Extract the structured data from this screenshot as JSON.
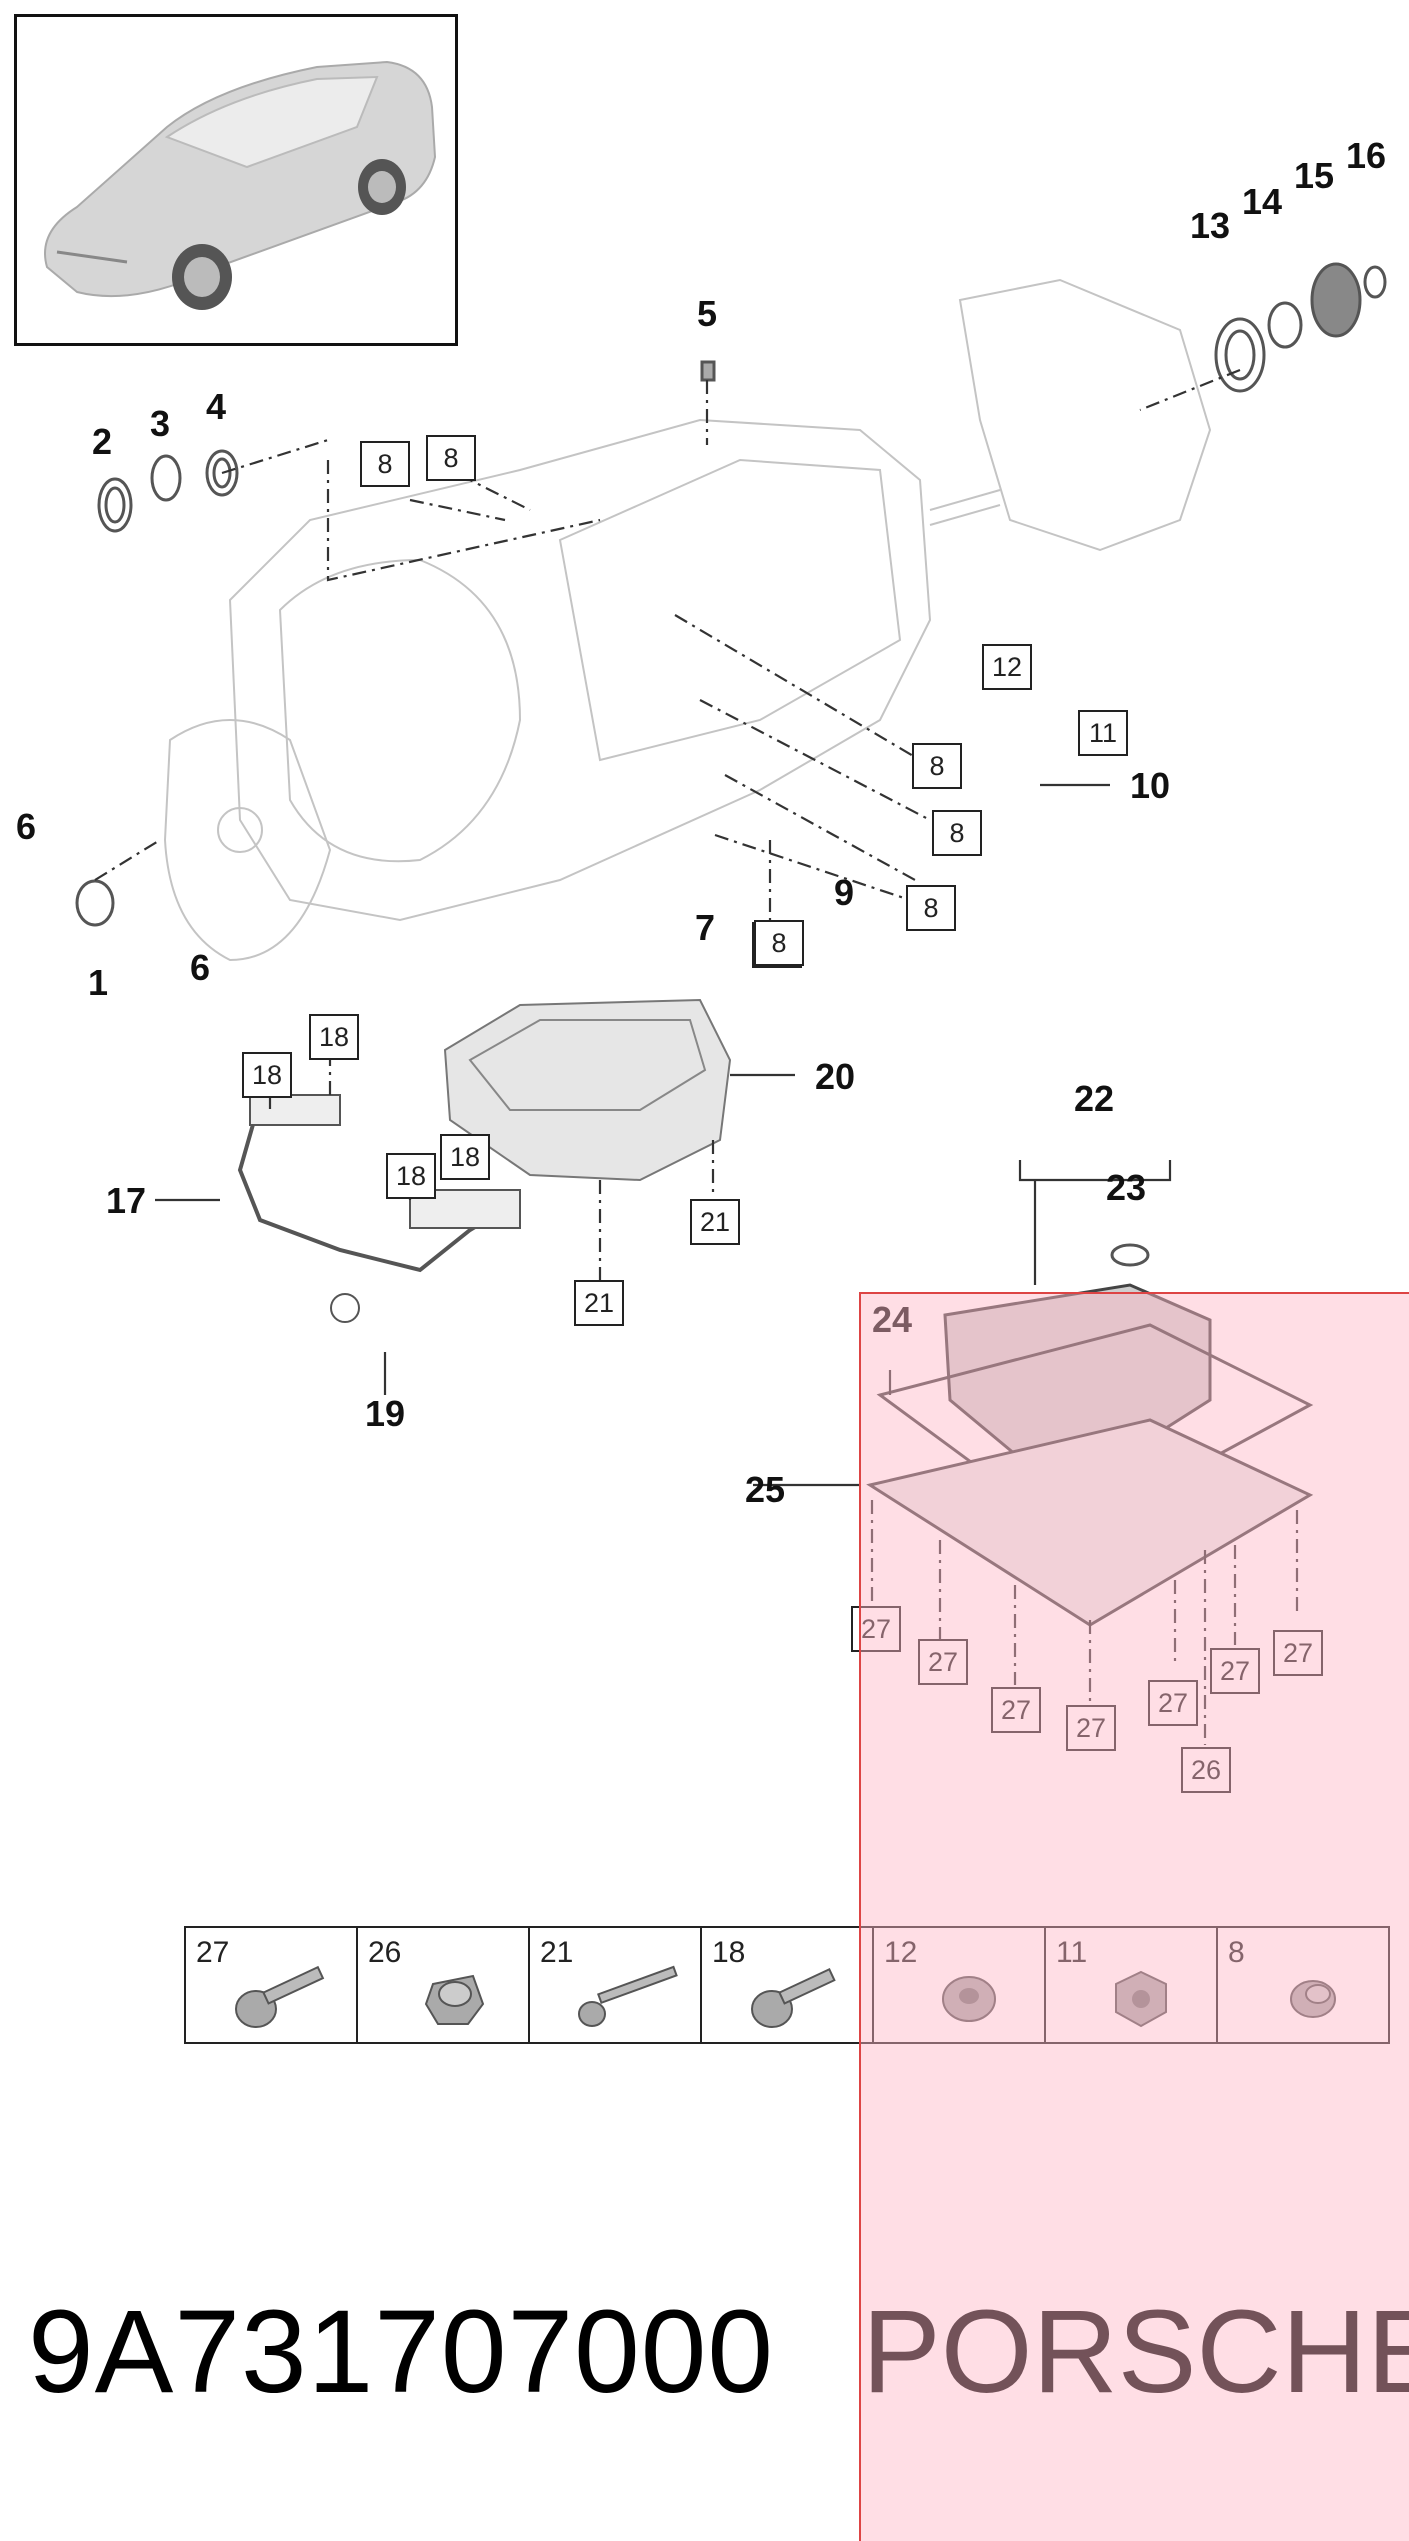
{
  "diagram": {
    "part_number": "9A731707000",
    "brand": "PORSCHE",
    "callouts": [
      "1",
      "2",
      "3",
      "4",
      "5",
      "6",
      "6",
      "7",
      "9",
      "10",
      "13",
      "14",
      "15",
      "16",
      "17",
      "19",
      "20",
      "22",
      "23",
      "24",
      "25"
    ],
    "boxed_refs": [
      "8",
      "8",
      "8",
      "8",
      "8",
      "8",
      "8",
      "11",
      "12",
      "18",
      "18",
      "18",
      "18",
      "21",
      "21",
      "26",
      "27",
      "27",
      "27",
      "27",
      "27",
      "27",
      "27"
    ],
    "parts_table": [
      {
        "ref": "27",
        "icon": "bolt-icon"
      },
      {
        "ref": "26",
        "icon": "plug-icon"
      },
      {
        "ref": "21",
        "icon": "long-bolt-icon"
      },
      {
        "ref": "18",
        "icon": "bolt-icon"
      },
      {
        "ref": "12",
        "icon": "nut-icon"
      },
      {
        "ref": "11",
        "icon": "hex-nut-icon"
      },
      {
        "ref": "8",
        "icon": "plug-icon"
      }
    ],
    "colors": {
      "highlight": "#ffb6c6",
      "line": "#222222",
      "drawing": "#bbbbbb"
    }
  }
}
